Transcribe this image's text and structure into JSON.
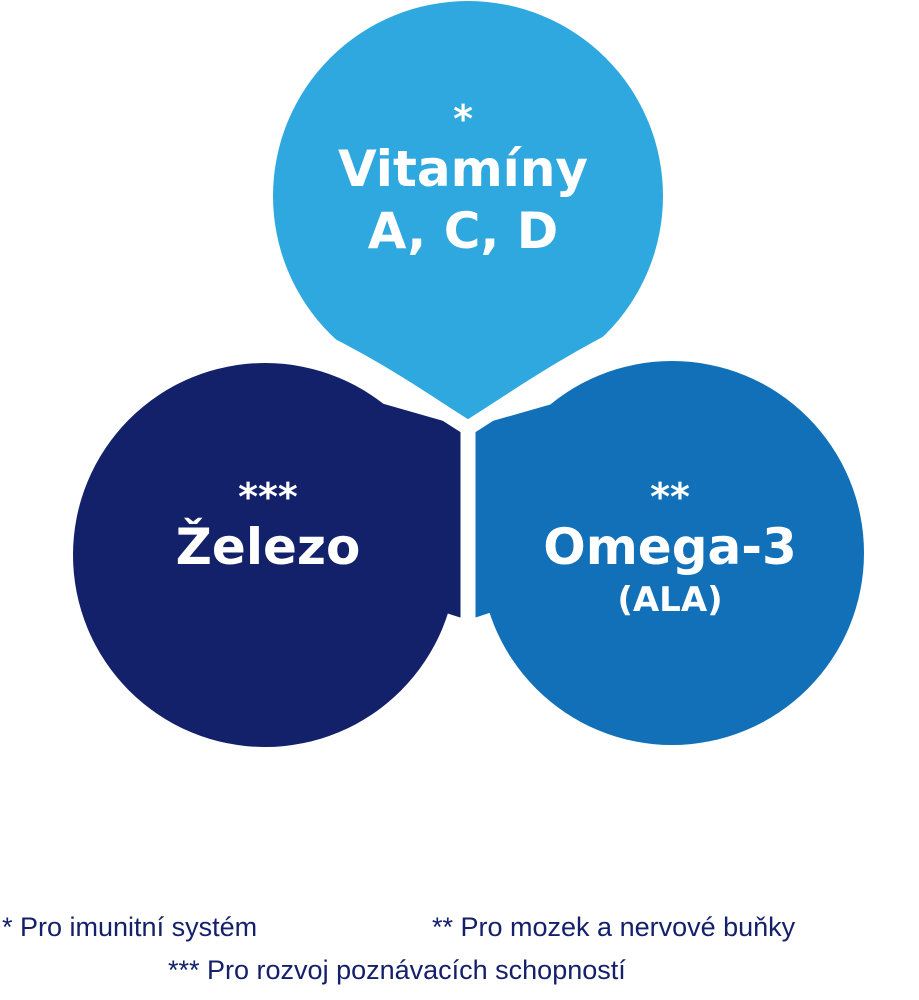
{
  "colors": {
    "top": "#2ea8df",
    "left": "#13206a",
    "right": "#1170b8",
    "text": "#14206a"
  },
  "bubbles": {
    "top": {
      "marker": "*",
      "title": "Vitamíny",
      "subtitle": "A, C, D"
    },
    "left": {
      "marker": "***",
      "title": "Železo"
    },
    "right": {
      "marker": "**",
      "title": "Omega-3",
      "subtitle": "(ALA)"
    }
  },
  "footnotes": [
    "* Pro imunitní systém",
    "** Pro mozek a nervové buňky",
    "*** Pro rozvoj poznávacích schopností"
  ]
}
